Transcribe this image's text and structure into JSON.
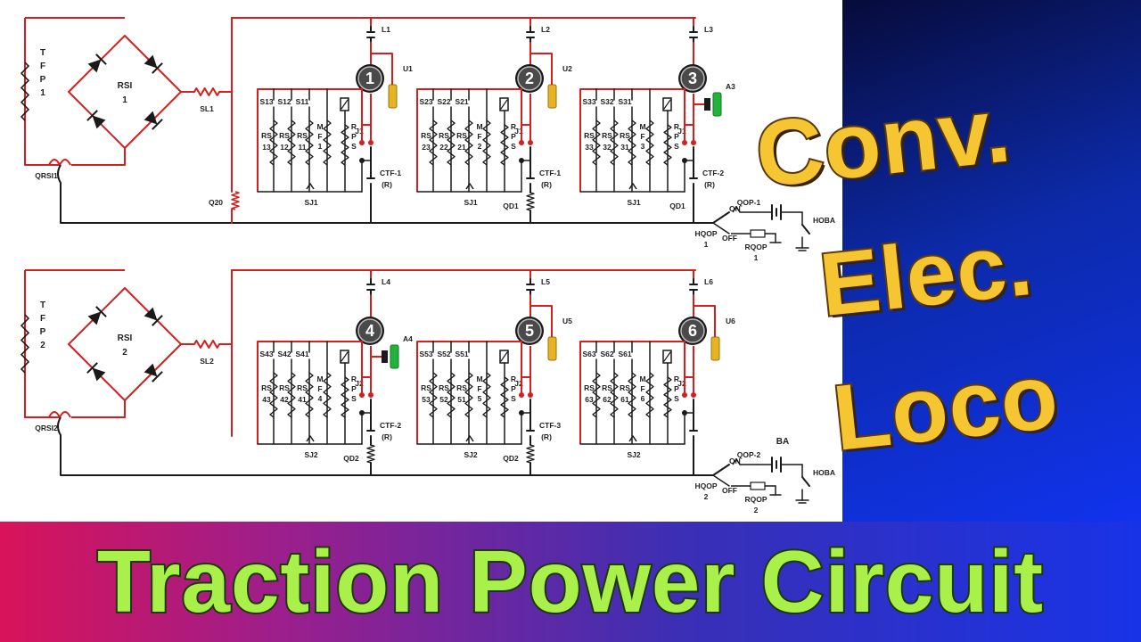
{
  "colors": {
    "wire_red": "#d41f1f",
    "wire_black": "#1a1a1a",
    "motor": "#4a4a4a",
    "overload_gold": "#e6b422",
    "overload_green": "#22b33a",
    "title_green": "#a9f04a",
    "side_gold": "#f6c532"
  },
  "side_text": {
    "line1": "Conv.",
    "line2": "Elec.",
    "line3": "Loco"
  },
  "title": "Traction Power Circuit",
  "bank1": {
    "tfp_letters": [
      "T",
      "F",
      "P",
      "1"
    ],
    "rsi": "RSI",
    "rsi_num": "1",
    "sl": "SL1",
    "qrsi": "QRSI1",
    "q20": "Q20",
    "qd": "QD1",
    "motors": [
      {
        "num": "1",
        "l": "L1",
        "u": "U1",
        "j": "J1",
        "s": [
          "S13",
          "S12",
          "S11"
        ],
        "rs": [
          [
            "RS",
            "13"
          ],
          [
            "RS",
            "12"
          ],
          [
            "RS",
            "11"
          ]
        ],
        "mf": [
          "M",
          "F",
          "1"
        ],
        "rps": [
          "R",
          "P",
          "S"
        ],
        "sj": "SJ1",
        "ctf": "CTF-1",
        "ctf_r": "(R)"
      },
      {
        "num": "2",
        "l": "L2",
        "u": "U2",
        "j": "J1",
        "s": [
          "S23",
          "S22",
          "S21"
        ],
        "rs": [
          [
            "RS",
            "23"
          ],
          [
            "RS",
            "22"
          ],
          [
            "RS",
            "21"
          ]
        ],
        "mf": [
          "M",
          "F",
          "2"
        ],
        "rps": [
          "R",
          "P",
          "S"
        ],
        "sj": "SJ1",
        "ctf": "CTF-1",
        "ctf_r": "(R)"
      },
      {
        "num": "3",
        "l": "L3",
        "u": "A3",
        "j": "J1",
        "s": [
          "S33",
          "S32",
          "S31"
        ],
        "rs": [
          [
            "RS",
            "33"
          ],
          [
            "RS",
            "32"
          ],
          [
            "RS",
            "31"
          ]
        ],
        "mf": [
          "M",
          "F",
          "3"
        ],
        "rps": [
          "R",
          "P",
          "S"
        ],
        "sj": "SJ1",
        "ctf": "CTF-2",
        "ctf_r": "(R)"
      }
    ],
    "qop": "QOP-1",
    "on": "ON",
    "off": "OFF",
    "hqop": "HQOP",
    "hqop_num": "1",
    "rqop": "RQOP",
    "rqop_num": "1",
    "hoba": "HOBA"
  },
  "bank2": {
    "tfp_letters": [
      "T",
      "F",
      "P",
      "2"
    ],
    "rsi": "RSI",
    "rsi_num": "2",
    "sl": "SL2",
    "qrsi": "QRSI2",
    "qd": "QD2",
    "motors": [
      {
        "num": "4",
        "l": "L4",
        "u": "A4",
        "j": "J2",
        "s": [
          "S43",
          "S42",
          "S41"
        ],
        "rs": [
          [
            "RS",
            "43"
          ],
          [
            "RS",
            "42"
          ],
          [
            "RS",
            "41"
          ]
        ],
        "mf": [
          "M",
          "F",
          "4"
        ],
        "rps": [
          "R",
          "P",
          "S"
        ],
        "sj": "SJ2",
        "ctf": "CTF-2",
        "ctf_r": "(R)"
      },
      {
        "num": "5",
        "l": "L5",
        "u": "U5",
        "j": "J2",
        "s": [
          "S53",
          "S52",
          "S51"
        ],
        "rs": [
          [
            "RS",
            "53"
          ],
          [
            "RS",
            "52"
          ],
          [
            "RS",
            "51"
          ]
        ],
        "mf": [
          "M",
          "F",
          "5"
        ],
        "rps": [
          "R",
          "P",
          "S"
        ],
        "sj": "SJ2",
        "ctf": "CTF-3",
        "ctf_r": "(R)"
      },
      {
        "num": "6",
        "l": "L6",
        "u": "U6",
        "j": "J2",
        "s": [
          "S63",
          "S62",
          "S61"
        ],
        "rs": [
          [
            "RS",
            "63"
          ],
          [
            "RS",
            "62"
          ],
          [
            "RS",
            "61"
          ]
        ],
        "mf": [
          "M",
          "F",
          "6"
        ],
        "rps": [
          "R",
          "P",
          "S"
        ],
        "sj": "SJ2",
        "ctf": "",
        "ctf_r": ""
      }
    ],
    "qop": "QOP-2",
    "ba": "BA",
    "on": "ON",
    "off": "OFF",
    "hqop": "HQOP",
    "hqop_num": "2",
    "rqop": "RQOP",
    "rqop_num": "2",
    "hoba": "HOBA"
  }
}
